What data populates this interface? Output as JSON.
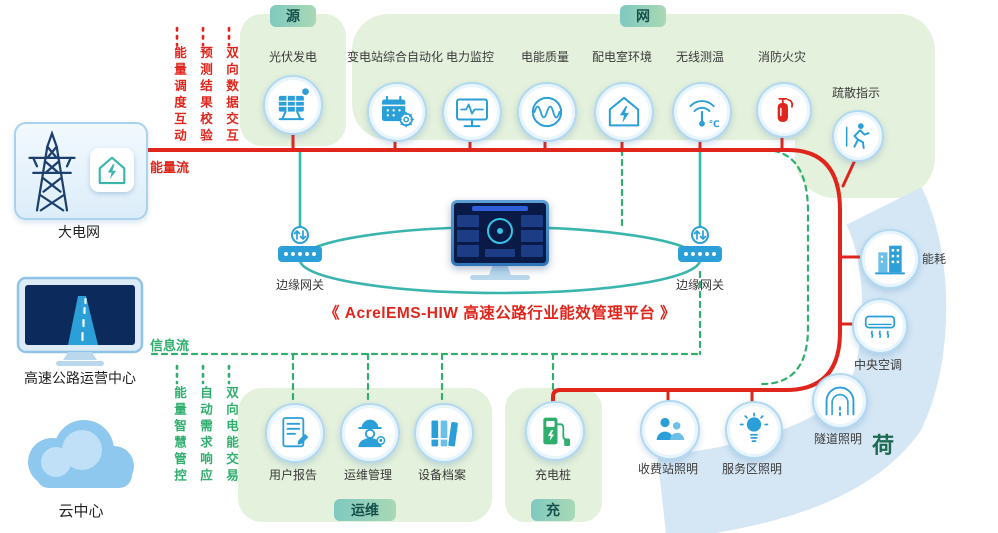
{
  "banner": {
    "title": "《 AcrelEMS-HIW 高速公路行业能效管理平台 》"
  },
  "left": {
    "grid": {
      "label": "大电网",
      "icon": "power-tower-icon"
    },
    "center": {
      "label": "高速公路运营中心",
      "icon": "monitor-road-icon"
    },
    "cloud": {
      "label": "云中心",
      "icon": "cloud-icon"
    }
  },
  "flows": {
    "energy_label": "能量流",
    "info_label": "信息流",
    "top_vertical": [
      "能量调度互动",
      "预测结果校验",
      "双向数据交互"
    ],
    "bottom_vertical": [
      "能量智慧管控",
      "自动需求响应",
      "双向电能交易"
    ]
  },
  "gateways": {
    "left": "边缘网关",
    "right": "边缘网关",
    "icon": "edge-gateway-icon"
  },
  "glyphs": {
    "celsius": "℃"
  },
  "sections": {
    "source": {
      "badge": "源",
      "items": [
        {
          "label": "光伏发电",
          "icon": "solar-panel-icon"
        }
      ]
    },
    "grid": {
      "badge": "网",
      "items": [
        {
          "label": "变电站综合自动化",
          "icon": "substation-automation-icon"
        },
        {
          "label": "电力监控",
          "icon": "power-monitoring-icon"
        },
        {
          "label": "电能质量",
          "icon": "power-quality-icon"
        },
        {
          "label": "配电室环境",
          "icon": "distribution-room-icon"
        },
        {
          "label": "无线测温",
          "icon": "wireless-temperature-icon"
        },
        {
          "label": "消防火灾",
          "icon": "fire-extinguisher-icon"
        },
        {
          "label": "疏散指示",
          "icon": "evacuation-icon"
        }
      ]
    },
    "load": {
      "badge": "荷",
      "items": [
        {
          "label": "能耗",
          "icon": "energy-consumption-icon"
        },
        {
          "label": "中央空调",
          "icon": "central-ac-icon"
        },
        {
          "label": "隧道照明",
          "icon": "tunnel-lighting-icon"
        },
        {
          "label": "服务区照明",
          "icon": "service-area-lighting-icon"
        },
        {
          "label": "收费站照明",
          "icon": "toll-station-lighting-icon"
        }
      ]
    },
    "ops": {
      "badge": "运维",
      "items": [
        {
          "label": "用户报告",
          "icon": "user-report-icon"
        },
        {
          "label": "运维管理",
          "icon": "ops-management-icon"
        },
        {
          "label": "设备档案",
          "icon": "equipment-archive-icon"
        }
      ]
    },
    "charge": {
      "badge": "充",
      "items": [
        {
          "label": "充电桩",
          "icon": "charging-pile-icon"
        }
      ]
    }
  },
  "colors": {
    "energy_flow": "#e0261c",
    "info_flow": "#2fae6e",
    "teal": "#3ab5ad",
    "section_green": "#e4f1dc",
    "load_blue": "#d5e7f5",
    "icon_blue": "#2b9fd8"
  }
}
